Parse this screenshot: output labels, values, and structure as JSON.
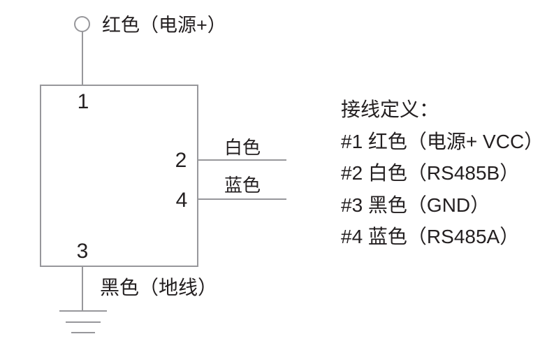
{
  "diagram": {
    "background_color": "#ffffff",
    "line_color": "#97979b",
    "text_color": "#231f20",
    "connector": {
      "pin1": "1",
      "pin2": "2",
      "pin3": "3",
      "pin4": "4"
    },
    "wire_labels": {
      "power": "红色（电源+）",
      "white": "白色",
      "blue": "蓝色",
      "ground": "黑色（地线）"
    },
    "icons": {
      "power_terminal": "power-terminal-circle-icon",
      "ground": "earth-ground-icon"
    },
    "legend": {
      "title": "接线定义：",
      "entries": [
        "#1 红色（电源+ VCC）",
        "#2 白色（RS485B）",
        "#3 黑色（GND）",
        "#4 蓝色（RS485A）"
      ]
    }
  }
}
